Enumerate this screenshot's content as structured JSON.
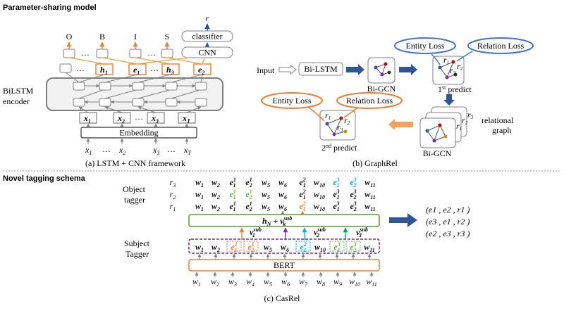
{
  "headings": {
    "parameter_sharing": "Parameter-sharing model",
    "novel_tagging": "Novel tagging schema"
  },
  "captions": {
    "lstm_cnn": "(a) LSTM + CNN framework",
    "graphrel": "(b) GraphRel",
    "casrel": "(c) CasRel"
  },
  "panel_a": {
    "tags": [
      "O",
      "B",
      "I",
      "S"
    ],
    "r_label": "r",
    "classifier": "classifier",
    "cnn": "CNN",
    "hidden": [
      "h",
      "e",
      "h",
      "e"
    ],
    "hidden_sub": [
      "1",
      "1",
      "3",
      "2"
    ],
    "bilstm_label": [
      "BiLSTM",
      "encoder"
    ],
    "xbox": [
      "x",
      "x",
      "x",
      "x"
    ],
    "xbox_sub": [
      "1",
      "2",
      "3",
      "T"
    ],
    "embedding": "Embedding",
    "inputs": [
      "x",
      "x",
      "x",
      "x"
    ],
    "inputs_sub": [
      "1",
      "2",
      "3",
      "T"
    ],
    "dots": "…"
  },
  "panel_b": {
    "input": "Input",
    "bilstm": "Bi-LSTM",
    "bigcn": "Bi-GCN",
    "entity_loss": "Entity Loss",
    "relation_loss": "Relation Loss",
    "first_predict": "1",
    "first_predict_sup": "st",
    "first_predict_word": " predict",
    "relational_graph": [
      "relational",
      "graph"
    ],
    "second_predict": "2",
    "second_predict_sup": "nd",
    "second_predict_word": " predict",
    "r_labels": [
      "r",
      "r",
      "r"
    ],
    "r_subs": [
      "1",
      "2",
      "3"
    ]
  },
  "panel_c": {
    "object_tagger": [
      "Object",
      "tagger"
    ],
    "subject_tagger": [
      "Subject",
      "Tagger"
    ],
    "row_labels": [
      "r3",
      "r2",
      "r1"
    ],
    "hn_formula": "h",
    "bert": "BERT",
    "triples": [
      "(e1 , e2 , r1 )",
      "(e3 , e1 , r2 )",
      "(e2 , e3 , r3 )"
    ],
    "inputs": [
      "w1",
      "w2",
      "w3",
      "w4",
      "w5",
      "w6",
      "w7",
      "w8",
      "w9",
      "w10",
      "w11"
    ],
    "hn_small": "h"
  },
  "colors": {
    "blue_arrow": "#4472c4",
    "orange": "#ed7d31",
    "green": "#70ad47",
    "purple": "#7030a0",
    "teal": "#00b0f0",
    "gold": "#c29500",
    "gray_box": "#7f7f7f"
  }
}
